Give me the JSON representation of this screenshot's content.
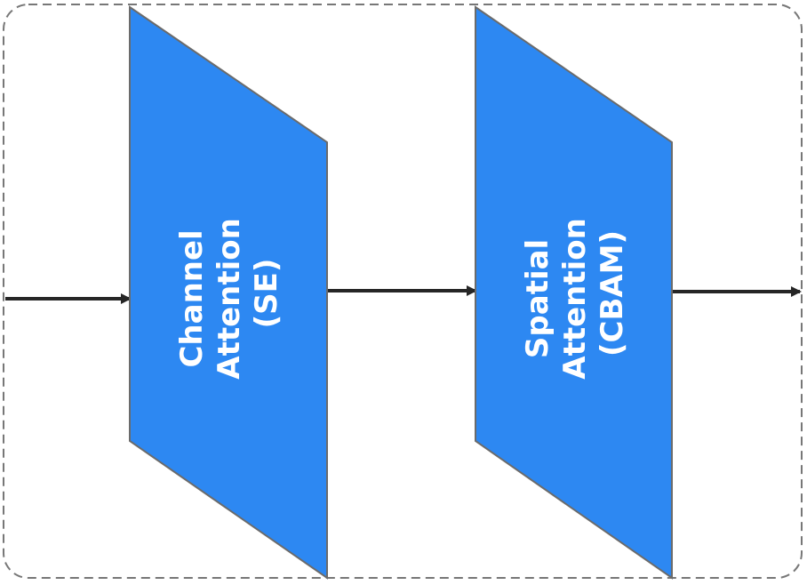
{
  "blocks": [
    {
      "id": "channel",
      "lines": [
        "Channel",
        "Attention",
        "(SE)"
      ],
      "fill": "#2D88F2"
    },
    {
      "id": "spatial",
      "lines": [
        "Spatial",
        "Attention",
        "(CBAM)"
      ],
      "fill": "#2D88F2"
    }
  ],
  "colors": {
    "block_fill": "#2D88F2",
    "block_stroke": "#6b6b6b",
    "arrow": "#262626",
    "container_border": "#777777",
    "label": "#ffffff"
  }
}
